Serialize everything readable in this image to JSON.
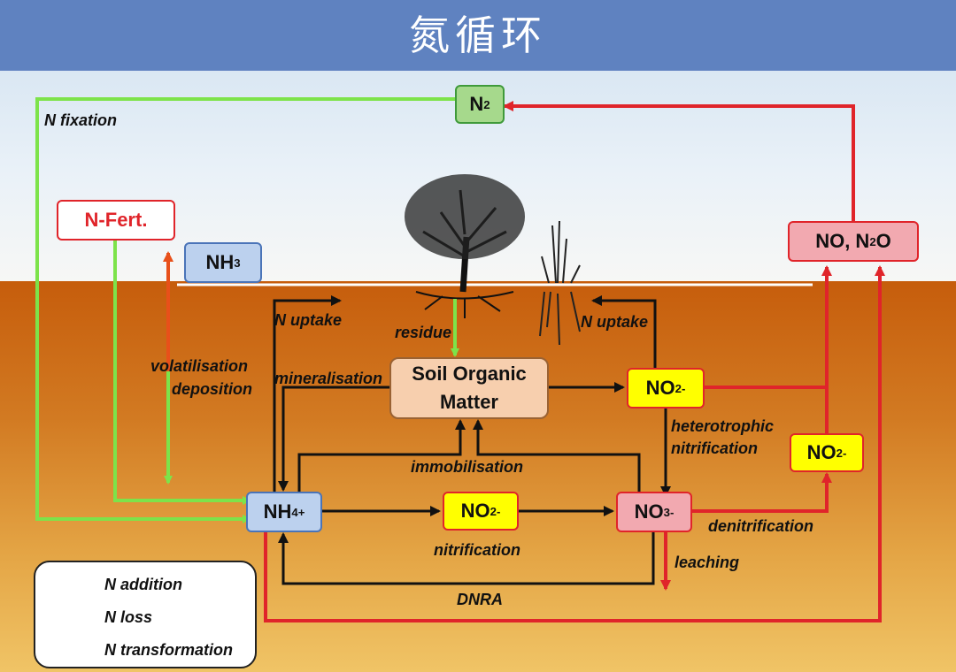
{
  "header": {
    "title": "氮循环"
  },
  "nodes": {
    "n2": {
      "main": "N",
      "sub": "2"
    },
    "nfert": {
      "label": "N-Fert."
    },
    "nh3": {
      "main": "NH",
      "sub": "3"
    },
    "no_n2o": {
      "main": "NO, N",
      "sub": "2",
      "tail": "O"
    },
    "som": {
      "line1": "Soil Organic",
      "line2": "Matter"
    },
    "no2_top": {
      "main": "NO",
      "sub": "2",
      "sup": "-"
    },
    "no2_right": {
      "main": "NO",
      "sub": "2",
      "sup": "-"
    },
    "nh4": {
      "main": "NH",
      "sub": "4",
      "sup": "+"
    },
    "no2_mid": {
      "main": "NO",
      "sub": "2",
      "sup": "-"
    },
    "no3": {
      "main": "NO",
      "sub": "3",
      "sup": "-"
    }
  },
  "labels": {
    "n_fixation": "N fixation",
    "n_uptake_left": "N uptake",
    "n_uptake_right": "N uptake",
    "residue": "residue",
    "volatilisation": "volatilisation",
    "deposition": "deposition",
    "mineralisation": "mineralisation",
    "immobilisation": "immobilisation",
    "heterotrophic": "heterotrophic",
    "nitrification_het": "nitrification",
    "nitrification": "nitrification",
    "denitrification": "denitrification",
    "leaching": "leaching",
    "dnra": "DNRA"
  },
  "legend": {
    "items": [
      {
        "label": "N addition",
        "color": "#7de34a"
      },
      {
        "label": "N loss",
        "color": "#e0242a"
      },
      {
        "label": "N transformation",
        "color": "#111111"
      }
    ]
  },
  "colors": {
    "addition": "#7de34a",
    "loss": "#e0242a",
    "transformation": "#111111",
    "header": "#5f82c0"
  }
}
